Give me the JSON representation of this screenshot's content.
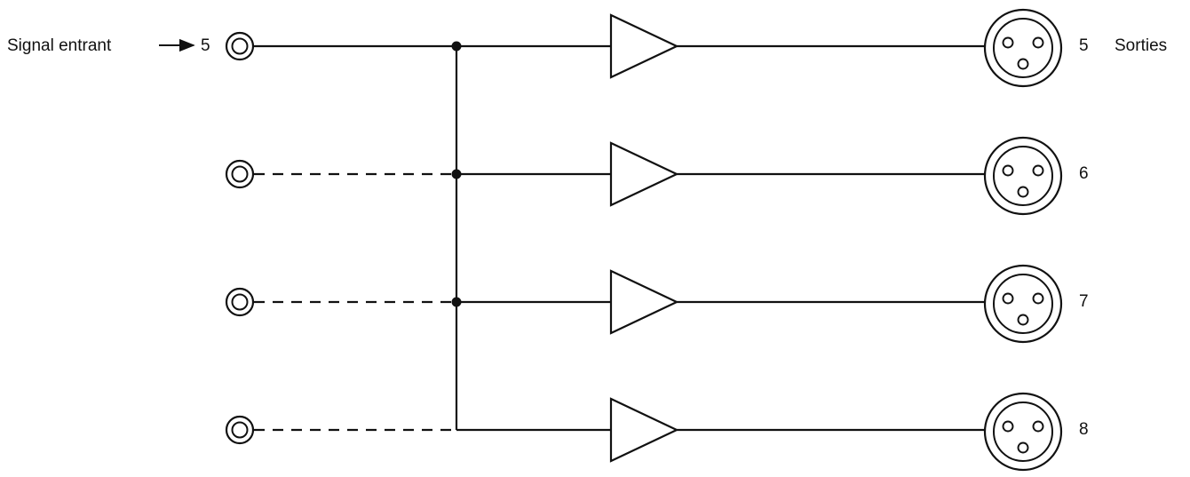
{
  "input_label": "Signal entrant",
  "input_number": "5",
  "outputs_label": "Sorties",
  "colors": {
    "line": "#111111",
    "background": "#ffffff"
  },
  "channels": [
    {
      "output_number": "5",
      "input_line": "solid",
      "junction": true
    },
    {
      "output_number": "6",
      "input_line": "dashed",
      "junction": true
    },
    {
      "output_number": "7",
      "input_line": "dashed",
      "junction": true
    },
    {
      "output_number": "8",
      "input_line": "dashed",
      "junction": false
    }
  ]
}
